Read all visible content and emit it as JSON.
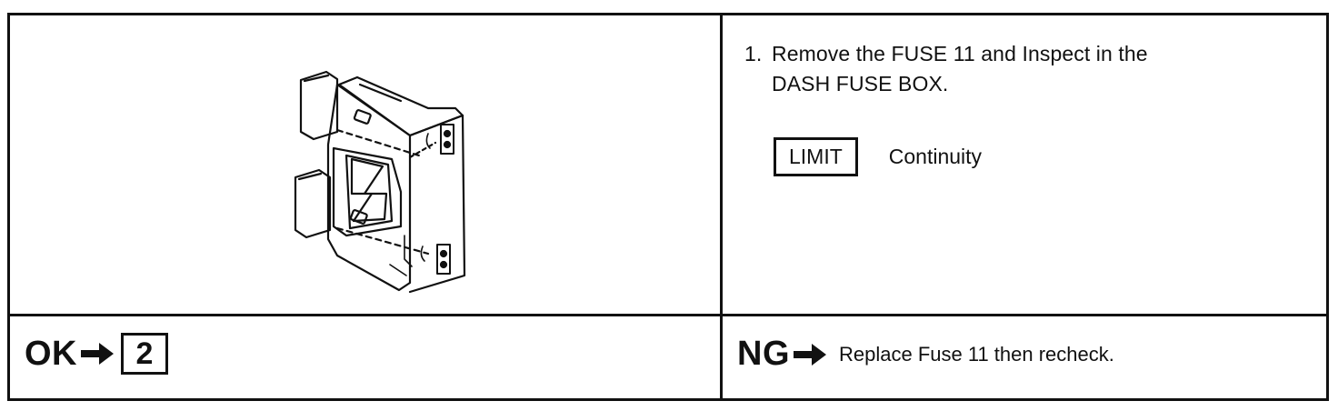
{
  "instruction": {
    "step_number": "1.",
    "line1": "Remove the FUSE 11 and Inspect in the",
    "line2": "DASH FUSE BOX."
  },
  "limit": {
    "label": "LIMIT",
    "value": "Continuity"
  },
  "ok": {
    "label": "OK",
    "next_step": "2"
  },
  "ng": {
    "label": "NG",
    "action": "Replace Fuse 11 then recheck."
  },
  "icons": {
    "fuse": "blade-fuse-icon",
    "arrow": "right-arrow-icon"
  }
}
